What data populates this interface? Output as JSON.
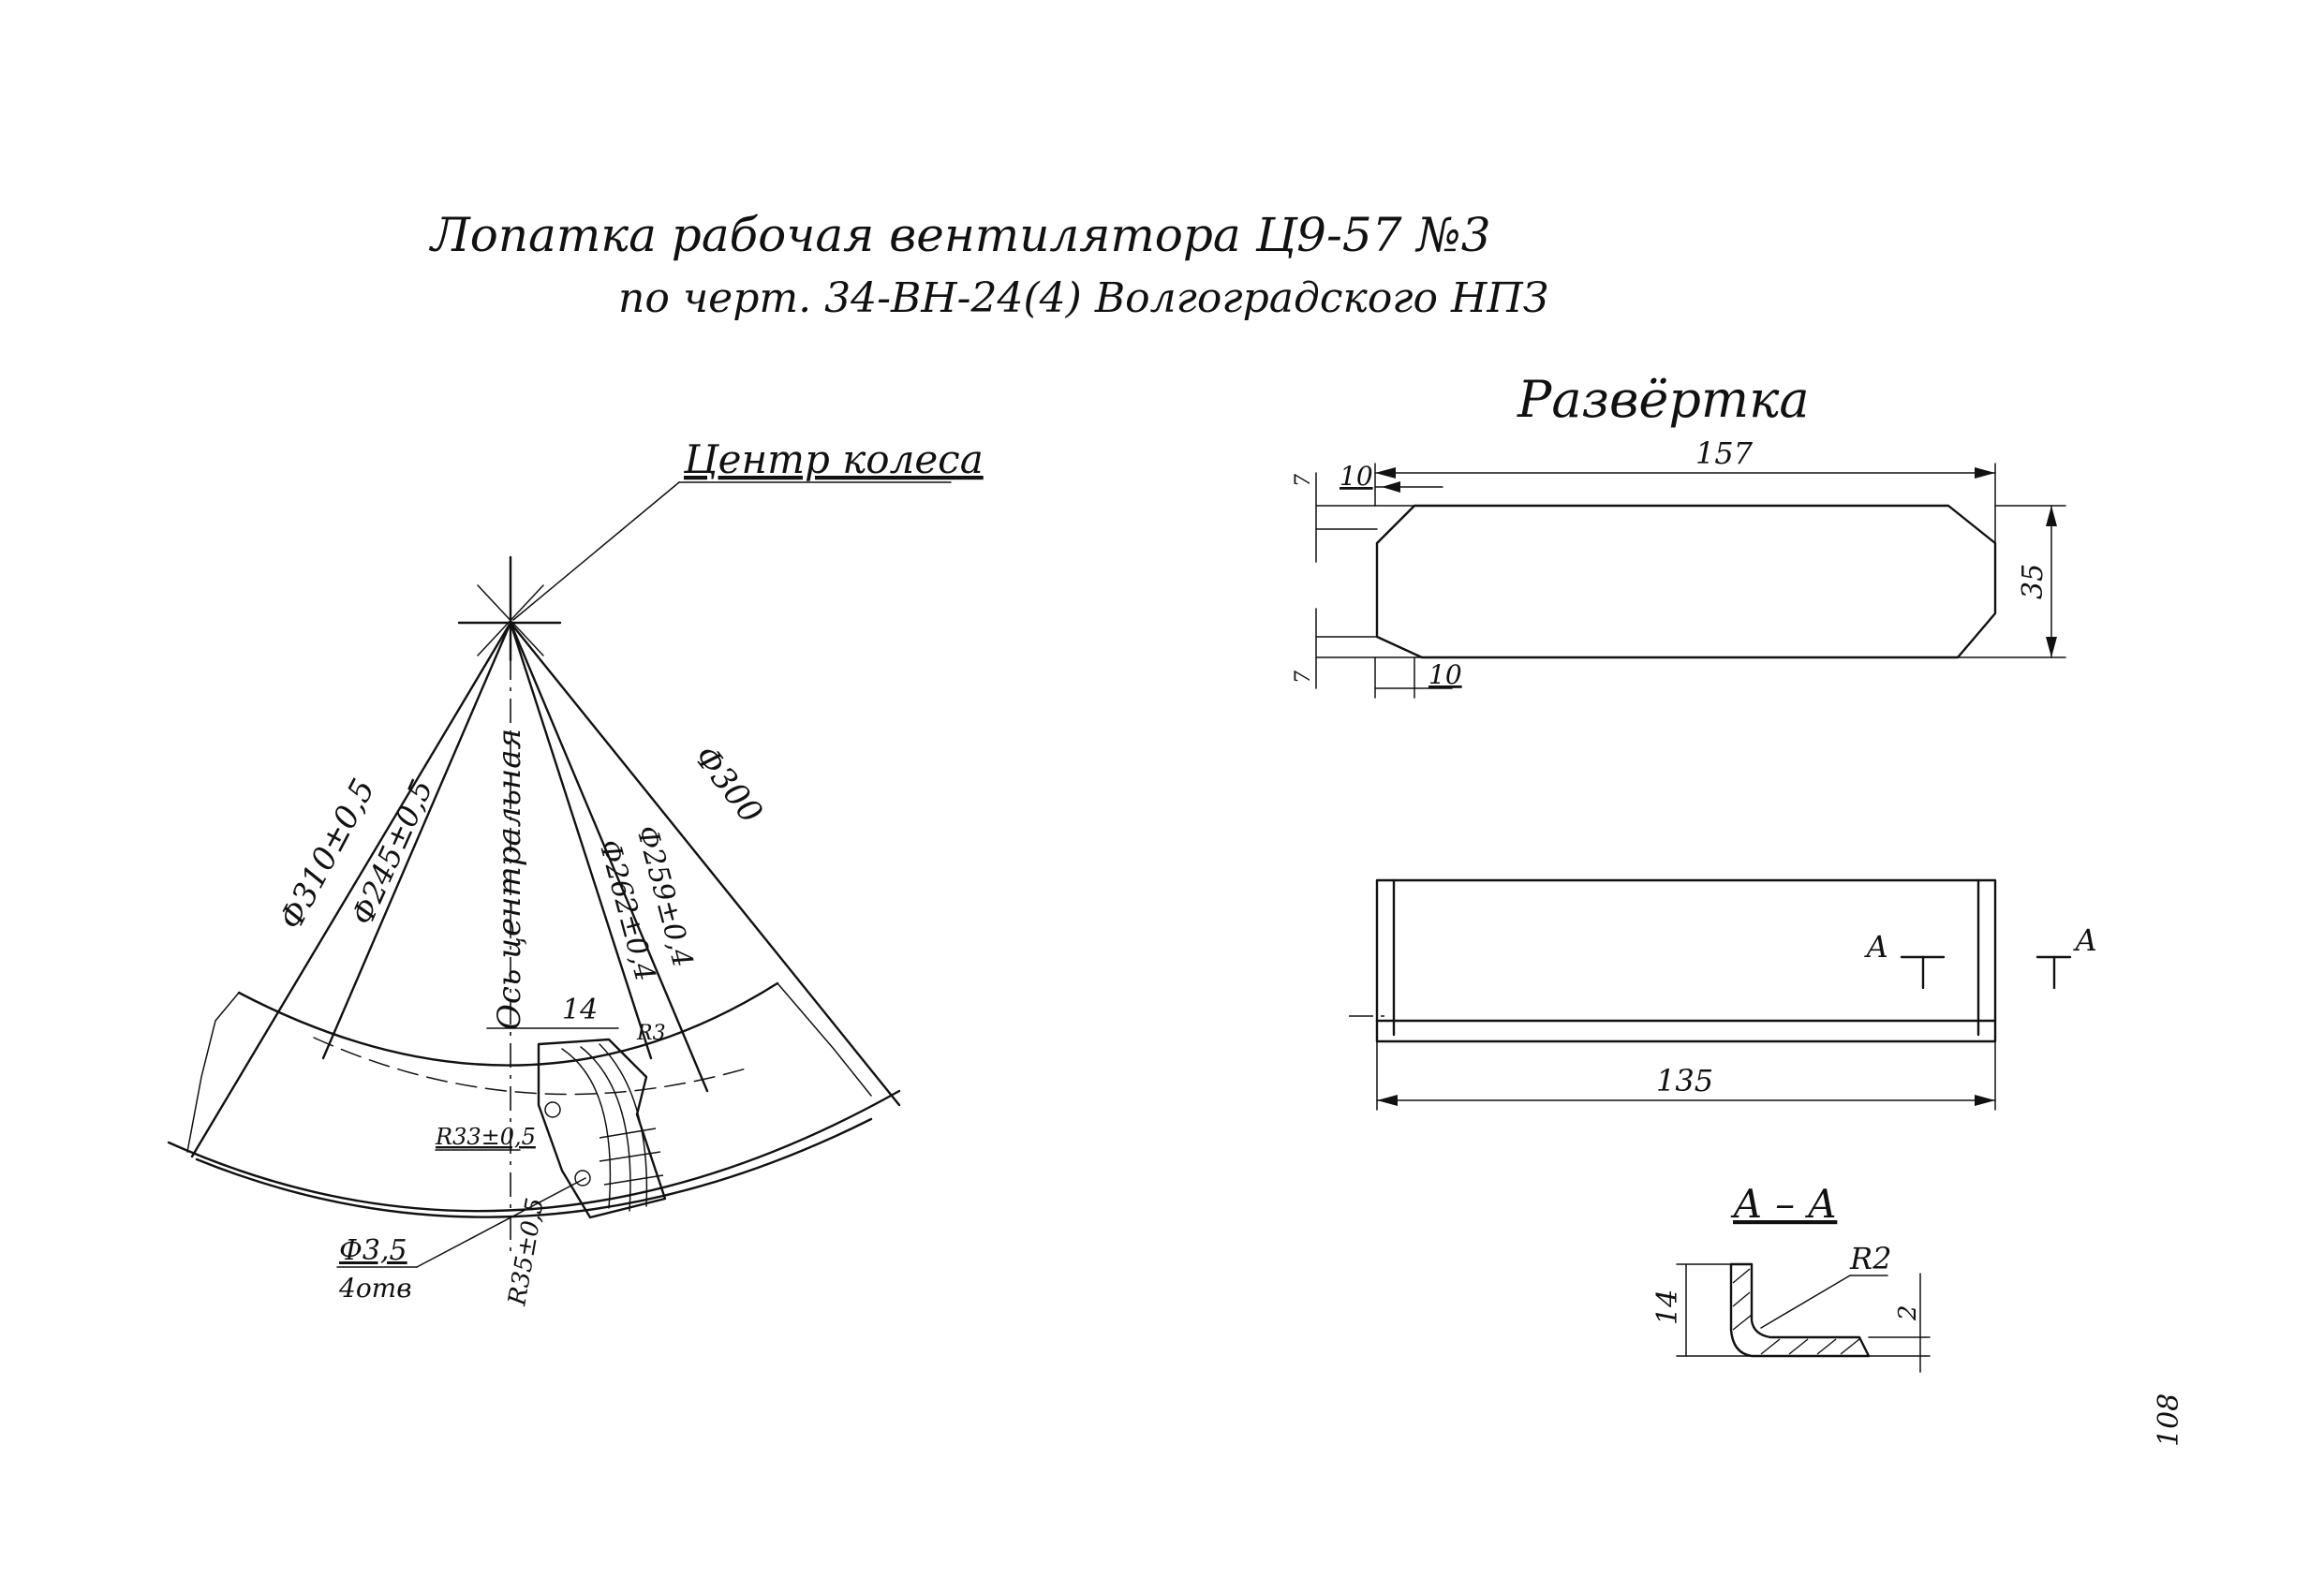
{
  "title": {
    "line1": "Лопатка рабочая вентилятора Ц9-57 №3",
    "line2": "по черт. 34-ВН-24(4) Волгоградского НПЗ"
  },
  "main_view": {
    "wheel_center_label": "Центр колеса",
    "axis_label": "Ось центральная",
    "dim_d310": "Ф310±0,5",
    "dim_d245": "Ф245±0,5",
    "dim_d300": "Ф300",
    "dim_d262": "Ф262±0,4",
    "dim_d259": "Ф259±0,4",
    "dim_14": "14",
    "dim_r3": "R3",
    "dim_r33": "R33±0,5",
    "dim_r35": "R35±0,5",
    "hole_dia": "Ф3,5",
    "hole_count": "4отв"
  },
  "unfold_view": {
    "heading": "Развёртка",
    "dim_length": "157",
    "dim_chamfer_top": "10",
    "dim_chamfer_bottom": "10",
    "dim_width": "35",
    "dim_small_top": "7",
    "dim_small_bottom": "7"
  },
  "side_view": {
    "dim_length": "135",
    "section_mark_left": "А",
    "section_mark_right": "А"
  },
  "section_view": {
    "heading": "А – А",
    "dim_height": "14",
    "dim_radius": "R2",
    "dim_thickness": "2"
  },
  "page_number": "108"
}
